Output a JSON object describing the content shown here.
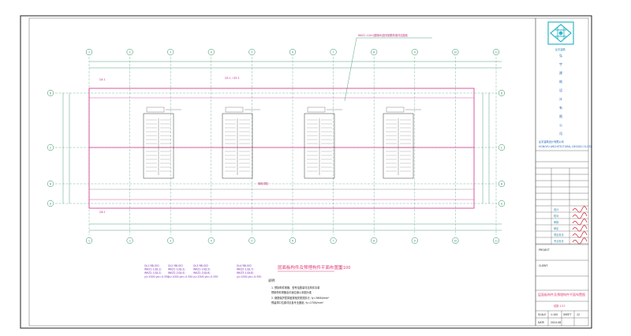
{
  "drawing": {
    "grid_columns": [
      "1",
      "2",
      "3",
      "4",
      "5",
      "6",
      "7",
      "8",
      "9",
      "10",
      "11"
    ],
    "grid_rows": [
      "D",
      "C",
      "B",
      "A"
    ],
    "leader_note": "WKZ1-12A1(楼梯间)竖向钢筋构造详见图纸",
    "top_labels": [
      "Q4-1",
      "Q5-1 / Q5-2",
      "Q6-1"
    ],
    "stair_note_label": "梯段详图",
    "plan_title": "层面板构件及预埋构件平面布置图",
    "plan_scale": "1:100",
    "notes_heading": "说明:",
    "notes": [
      "1. 预制构件规格、型号及数量详见构件清单",
      "   预制构件规格及平面位置以本图为准",
      "2. 钢筋保护层厚度按相关规范执行, fy=360N/mm²",
      "   预留洞口位置详见各专业图纸, fy=270N/mm²"
    ],
    "legend_blocks": [
      [
        "QL1-YBLS01",
        "WKZ1-1(QL1)",
        "WKZ2-1(QL2)",
        "yj=1000,yb=-0.550"
      ],
      [
        "QL2-YBLS01",
        "WKZ1-1(QL3)",
        "WKZ2-2(QL4)",
        "yj=1000,yb=-0.550"
      ],
      [
        "QL3-YBLS02",
        "WKZ1-2(QL5)",
        "WKZ2-2(QL6)",
        "yj=1000,yb=-0.550"
      ],
      [
        "QL4-YBLS02",
        "WKZ2-1(QL7)",
        "WKZ3-1(QL8)",
        "yj=1000,yb=-0.550"
      ]
    ]
  },
  "title_block": {
    "company_vertical": "弘宇建筑设计有限公司",
    "company_cn": "弘宇建筑设计有限公司",
    "company_en": "HONGYU ARCHITECTURAL DESIGN CO.LTD",
    "logo_caption": "弘宇建筑",
    "signature_roles": [
      "设计",
      "校对",
      "审核",
      "审定",
      "项目负责",
      "专业负责"
    ],
    "drawing_name": "层面板构件及预埋构件平面布置图",
    "drawing_number": "结施-1/12",
    "project_label": "PROJECT",
    "client_label": "CLIENT",
    "date_label": "DATE",
    "scale_label": "SCALE",
    "scale_value": "1:100",
    "date_value": "2024.08",
    "sheet_label": "SHEET",
    "sheet_value": "12"
  }
}
